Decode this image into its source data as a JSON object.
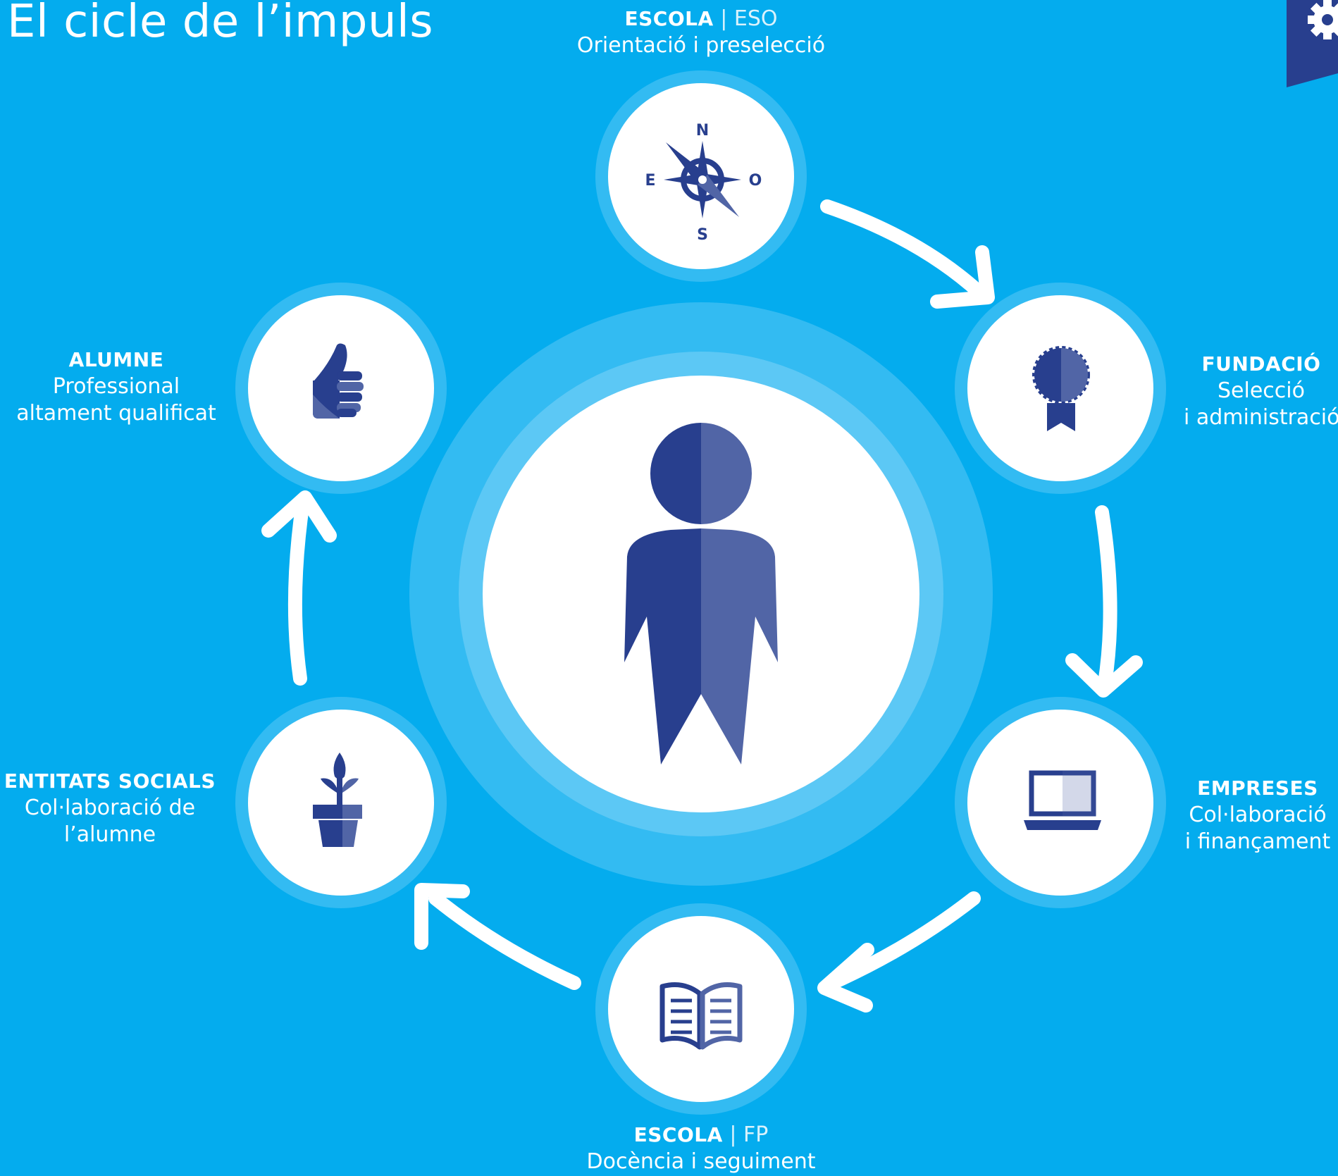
{
  "title": "El cicle de l’impuls",
  "colors": {
    "background": "#04acee",
    "ring_outer": "#33bbf2",
    "ring_inner": "#5cc8f5",
    "circle": "#ffffff",
    "icon_dark": "#283f8e",
    "icon_light": "#5165a6"
  },
  "center": {
    "icon": "person-icon"
  },
  "stages": [
    {
      "head": "ESCOLA",
      "tag": "ESO",
      "lines": [
        "Orientació i preselecció"
      ],
      "icon": "compass-icon"
    },
    {
      "head": "FUNDACIÓ",
      "tag": "",
      "lines": [
        "Selecció",
        "i administració"
      ],
      "icon": "award-ribbon-icon"
    },
    {
      "head": "EMPRESES",
      "tag": "",
      "lines": [
        "Col·laboració",
        "i finançament"
      ],
      "icon": "laptop-icon"
    },
    {
      "head": "ESCOLA",
      "tag": "FP",
      "lines": [
        "Docència i seguiment"
      ],
      "icon": "book-icon"
    },
    {
      "head": "ENTITATS SOCIALS",
      "tag": "",
      "lines": [
        "Col·laboració de",
        "l’alumne"
      ],
      "icon": "plant-pot-icon"
    },
    {
      "head": "ALUMNE",
      "tag": "",
      "lines": [
        "Professional",
        "altament qualificat"
      ],
      "icon": "thumbs-up-icon"
    }
  ],
  "compass": {
    "n": "N",
    "e": "E",
    "o": "O",
    "s": "S"
  },
  "corner": {
    "icon": "gear-icon"
  }
}
